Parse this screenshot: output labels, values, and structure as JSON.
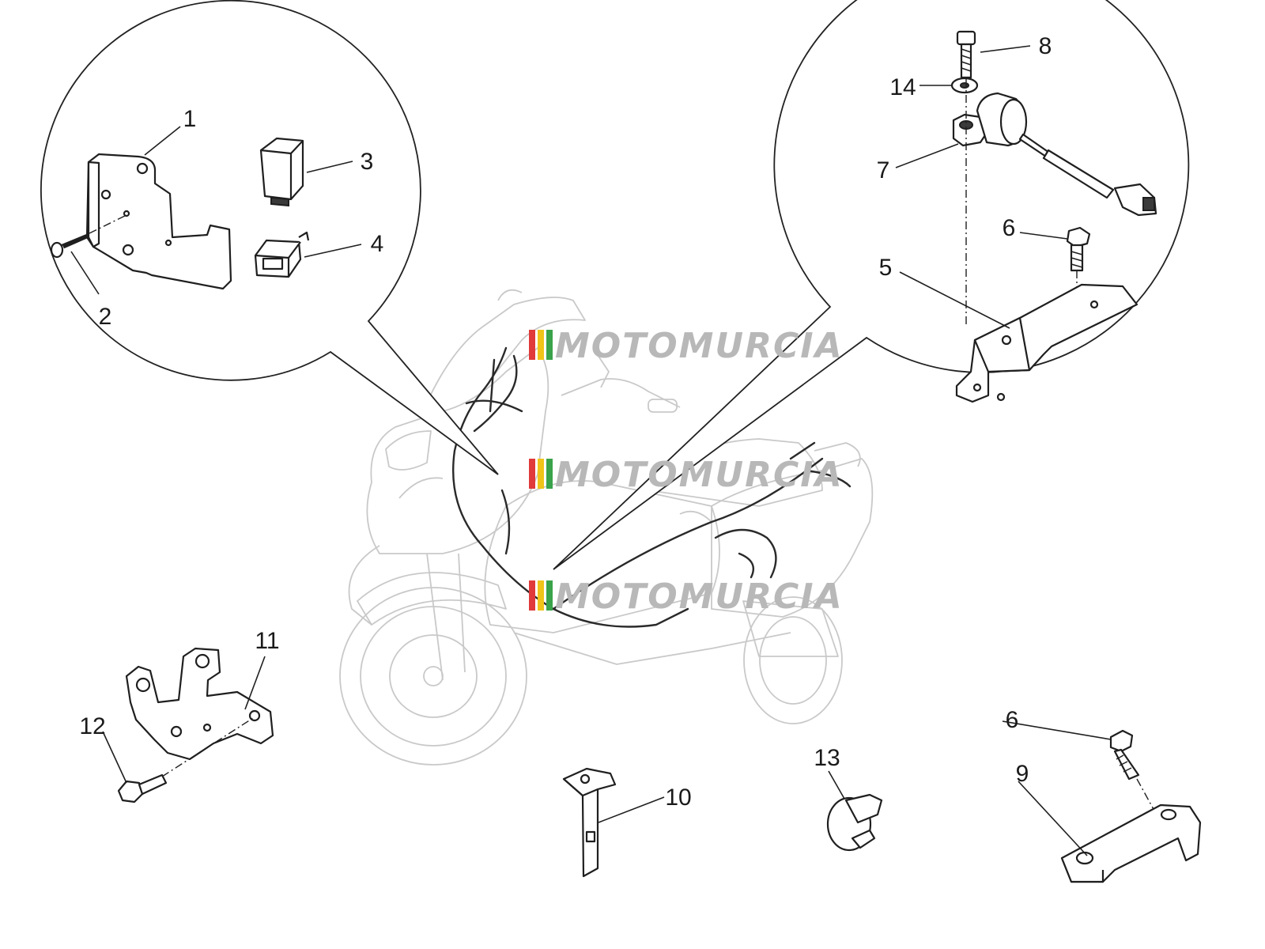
{
  "watermark": {
    "text": "MOTOMURCIA",
    "stripe_colors": [
      "#e03a3a",
      "#f0c419",
      "#3aa24a"
    ]
  },
  "callouts": {
    "c1": "1",
    "c2": "2",
    "c3": "3",
    "c4": "4",
    "c5": "5",
    "c6a": "6",
    "c6b": "6",
    "c7": "7",
    "c8": "8",
    "c9": "9",
    "c10": "10",
    "c11": "11",
    "c12": "12",
    "c13": "13",
    "c14": "14"
  }
}
